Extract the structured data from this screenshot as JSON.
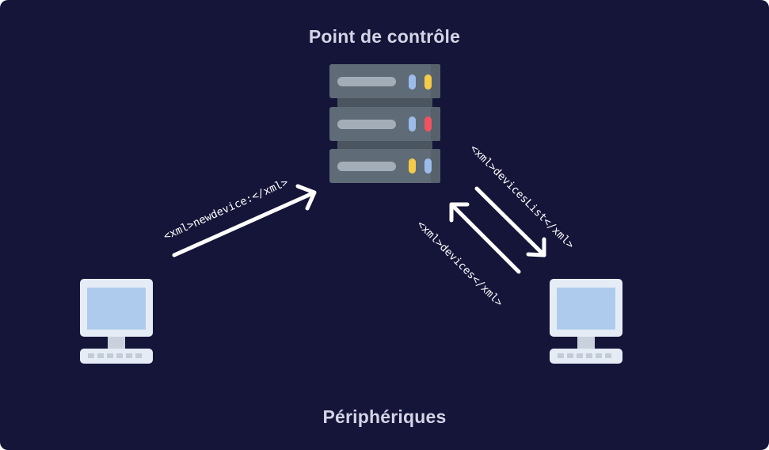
{
  "labels": {
    "top_title": "Point de contrôle",
    "bottom_title": "Périphériques"
  },
  "messages": {
    "new_device": "<xml>newdevice:</xml>",
    "devices_list": "<xml>devicesList</xml>",
    "devices": "<xml>devices</xml>"
  },
  "icons": {
    "server": "server-rack-icon",
    "computer_left": "desktop-computer-icon",
    "computer_right": "desktop-computer-icon"
  },
  "colors": {
    "background": "#15153a",
    "title_text": "#d4d4e6",
    "arrow": "#ffffff",
    "server_body": "#5f6b76",
    "server_slot": "#a3adb8",
    "led_blue": "#9dbbe8",
    "led_yellow": "#f5cb48",
    "led_red": "#f0525e",
    "monitor_frame": "#e5ecf6",
    "monitor_screen": "#aecbee"
  }
}
